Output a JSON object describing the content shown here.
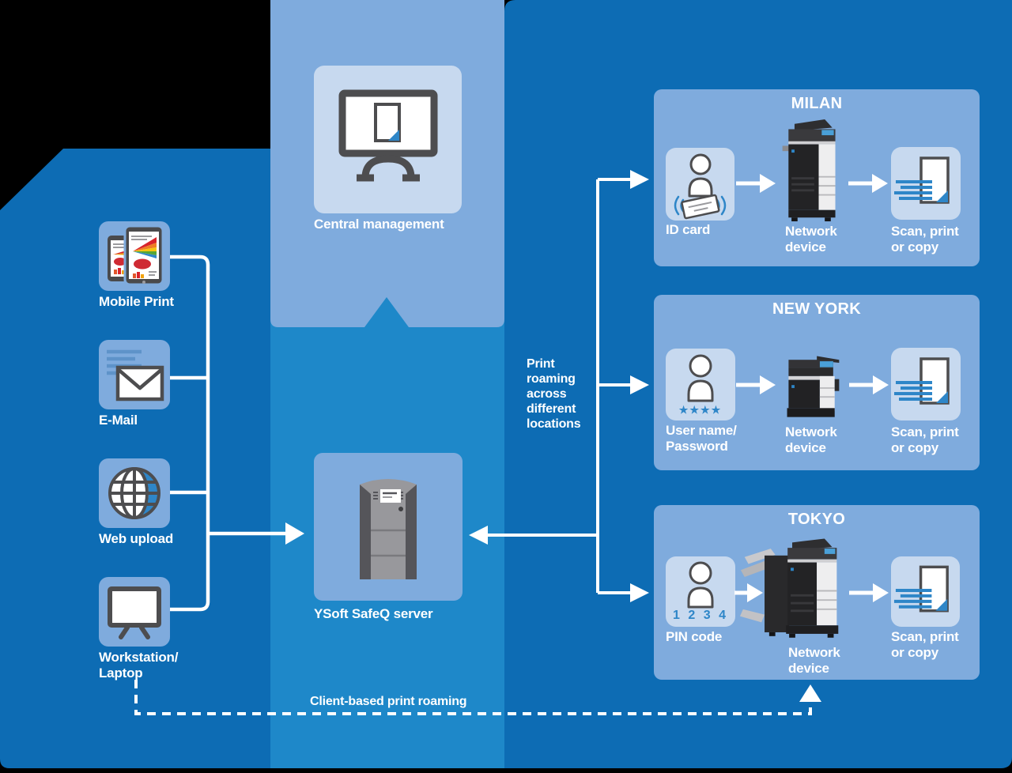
{
  "colors": {
    "background_dark_blue": "#0d6cb4",
    "band_blue": "#1e88c9",
    "panel_light_blue": "#7fabdd",
    "tile_pale_blue": "#c7d9ef",
    "accent_blue": "#2e86c8",
    "icon_gray": "#4d4d4f",
    "white": "#ffffff"
  },
  "center": {
    "management_label": "Central management",
    "server_label": "YSoft SafeQ server"
  },
  "sources": [
    {
      "label": "Mobile Print",
      "icon": "mobile-print-icon"
    },
    {
      "label": "E-Mail",
      "icon": "email-icon"
    },
    {
      "label": "Web upload",
      "icon": "web-upload-icon"
    },
    {
      "label": "Workstation/\nLaptop",
      "icon": "workstation-icon"
    }
  ],
  "flows": {
    "print_roaming_label": "Print\nroaming\nacross\ndifferent\nlocations",
    "client_roaming_label": "Client-based print roaming"
  },
  "locations": [
    {
      "name": "MILAN",
      "auth_label": "ID card",
      "device_label": "Network\ndevice",
      "output_label": "Scan, print\nor copy"
    },
    {
      "name": "NEW YORK",
      "auth_label": "User name/\nPassword",
      "auth_code": "★★★★",
      "device_label": "Network\ndevice",
      "output_label": "Scan, print\nor copy"
    },
    {
      "name": "TOKYO",
      "auth_label": "PIN code",
      "auth_code": "1 2 3 4",
      "device_label": "Network\ndevice",
      "output_label": "Scan, print\nor copy"
    }
  ]
}
